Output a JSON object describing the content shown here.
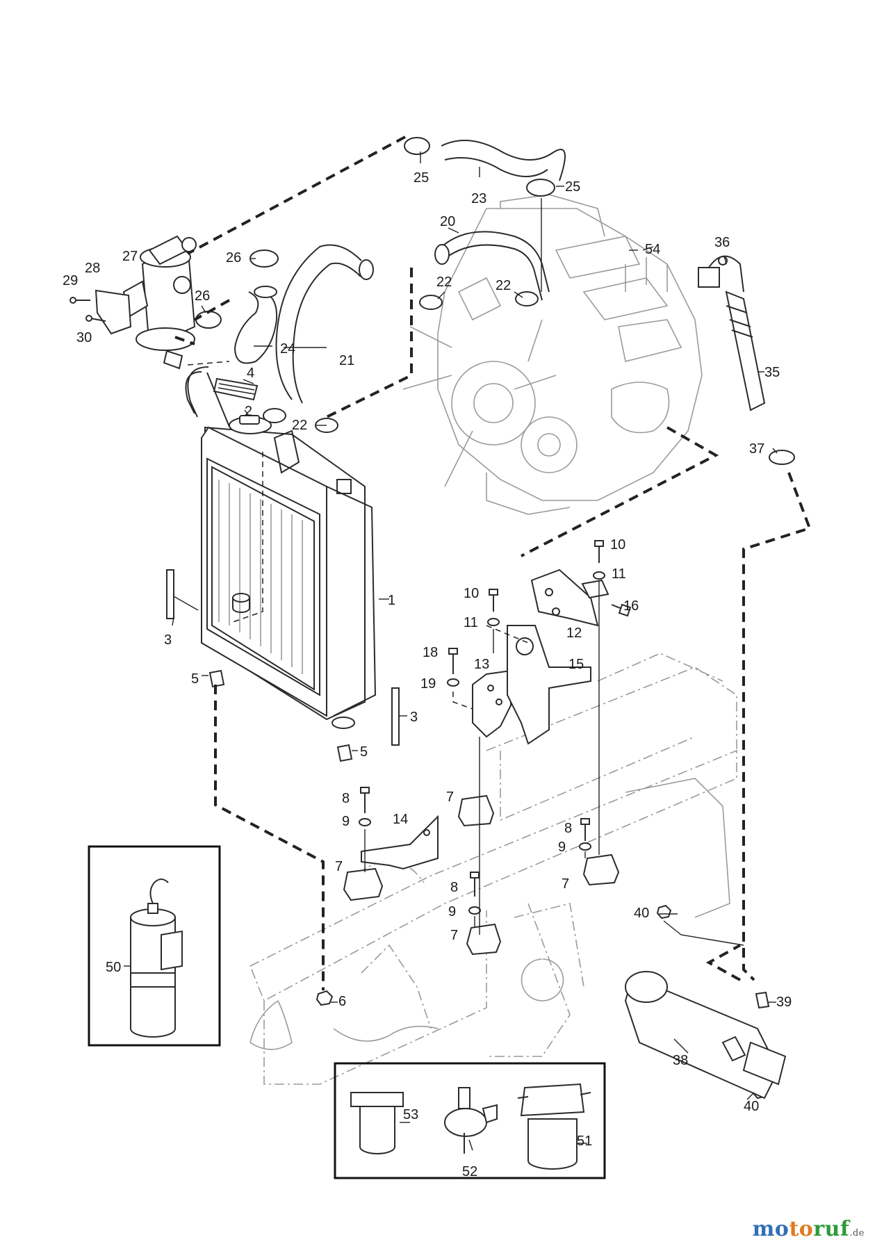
{
  "watermark": {
    "brand": "motoruf",
    "tld": ".de"
  },
  "callouts": [
    {
      "id": "c1",
      "text": "1"
    },
    {
      "id": "c2",
      "text": "2"
    },
    {
      "id": "c3a",
      "text": "3"
    },
    {
      "id": "c3b",
      "text": "3"
    },
    {
      "id": "c4",
      "text": "4"
    },
    {
      "id": "c5a",
      "text": "5"
    },
    {
      "id": "c5b",
      "text": "5"
    },
    {
      "id": "c6",
      "text": "6"
    },
    {
      "id": "c7a",
      "text": "7"
    },
    {
      "id": "c7b",
      "text": "7"
    },
    {
      "id": "c7c",
      "text": "7"
    },
    {
      "id": "c7d",
      "text": "7"
    },
    {
      "id": "c8a",
      "text": "8"
    },
    {
      "id": "c8b",
      "text": "8"
    },
    {
      "id": "c8c",
      "text": "8"
    },
    {
      "id": "c9a",
      "text": "9"
    },
    {
      "id": "c9b",
      "text": "9"
    },
    {
      "id": "c9c",
      "text": "9"
    },
    {
      "id": "c10a",
      "text": "10"
    },
    {
      "id": "c10b",
      "text": "10"
    },
    {
      "id": "c11a",
      "text": "11"
    },
    {
      "id": "c11b",
      "text": "11"
    },
    {
      "id": "c12",
      "text": "12"
    },
    {
      "id": "c13",
      "text": "13"
    },
    {
      "id": "c14",
      "text": "14"
    },
    {
      "id": "c15",
      "text": "15"
    },
    {
      "id": "c16",
      "text": "16"
    },
    {
      "id": "c18",
      "text": "18"
    },
    {
      "id": "c19",
      "text": "19"
    },
    {
      "id": "c20",
      "text": "20"
    },
    {
      "id": "c21",
      "text": "21"
    },
    {
      "id": "c22a",
      "text": "22"
    },
    {
      "id": "c22b",
      "text": "22"
    },
    {
      "id": "c22c",
      "text": "22"
    },
    {
      "id": "c23",
      "text": "23"
    },
    {
      "id": "c24",
      "text": "24"
    },
    {
      "id": "c25a",
      "text": "25"
    },
    {
      "id": "c25b",
      "text": "25"
    },
    {
      "id": "c26a",
      "text": "26"
    },
    {
      "id": "c26b",
      "text": "26"
    },
    {
      "id": "c27",
      "text": "27"
    },
    {
      "id": "c28",
      "text": "28"
    },
    {
      "id": "c29",
      "text": "29"
    },
    {
      "id": "c30",
      "text": "30"
    },
    {
      "id": "c35",
      "text": "35"
    },
    {
      "id": "c36",
      "text": "36"
    },
    {
      "id": "c37",
      "text": "37"
    },
    {
      "id": "c38",
      "text": "38"
    },
    {
      "id": "c39",
      "text": "39"
    },
    {
      "id": "c40a",
      "text": "40"
    },
    {
      "id": "c40b",
      "text": "40"
    },
    {
      "id": "c50",
      "text": "50"
    },
    {
      "id": "c51",
      "text": "51"
    },
    {
      "id": "c52",
      "text": "52"
    },
    {
      "id": "c53",
      "text": "53"
    },
    {
      "id": "c54",
      "text": "54"
    }
  ]
}
